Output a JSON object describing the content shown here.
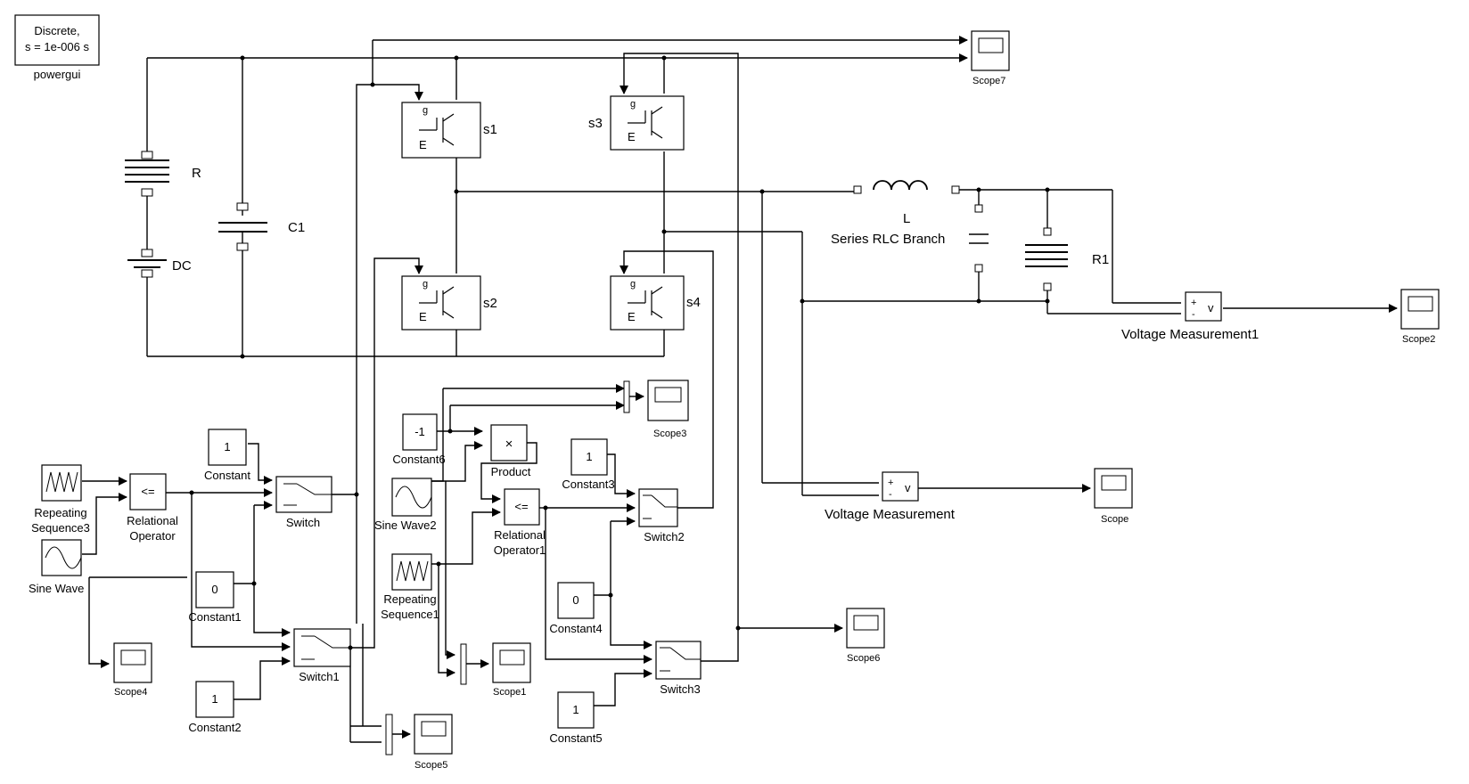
{
  "powergui": {
    "line1": "Discrete,",
    "line2": "s = 1e-006 s",
    "name": "powergui"
  },
  "elements": {
    "R": "R",
    "C1": "C1",
    "DC": "DC",
    "L": "L",
    "rlc": "Series RLC Branch",
    "R1": "R1",
    "s1": "s1",
    "s2": "s2",
    "s3": "s3",
    "s4": "s4",
    "g": "g",
    "E": "E"
  },
  "scopes": {
    "scope7": "Scope7",
    "scope2": "Scope2",
    "scope3": "Scope3",
    "scope": "Scope",
    "scope6": "Scope6",
    "scope4": "Scope4",
    "scope1": "Scope1",
    "scope5": "Scope5"
  },
  "blocks": {
    "vm1": "Voltage Measurement1",
    "vm": "Voltage Measurement",
    "v": "v",
    "plus": "+",
    "minus": "-",
    "constant": {
      "value": "1",
      "name": "Constant"
    },
    "constant1": {
      "value": "0",
      "name": "Constant1"
    },
    "constant2": {
      "value": "1",
      "name": "Constant2"
    },
    "constant3": {
      "value": "1",
      "name": "Constant3"
    },
    "constant4": {
      "value": "0",
      "name": "Constant4"
    },
    "constant5": {
      "value": "1",
      "name": "Constant5"
    },
    "constant6": {
      "value": "-1",
      "name": "Constant6"
    },
    "relop": {
      "symbol": "<=",
      "name1": "Relational",
      "name2": "Operator"
    },
    "relop1": {
      "symbol": "<=",
      "name1": "Relational",
      "name2": "Operator1"
    },
    "product": {
      "symbol": "×",
      "name": "Product"
    },
    "switch": "Switch",
    "switch1": "Switch1",
    "switch2": "Switch2",
    "switch3": "Switch3",
    "rep3": {
      "name1": "Repeating",
      "name2": "Sequence3"
    },
    "rep1": {
      "name1": "Repeating",
      "name2": "Sequence1"
    },
    "sine": "Sine Wave",
    "sine2": "Sine Wave2"
  }
}
